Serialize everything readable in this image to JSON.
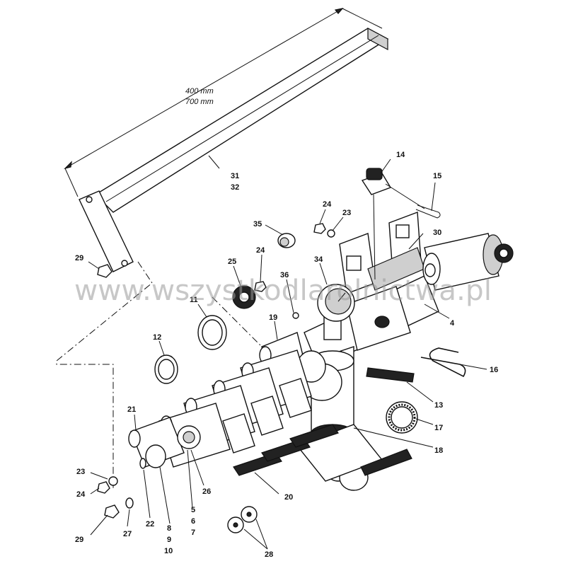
{
  "dimensions": {
    "length_a": "400 mm",
    "length_b": "700 mm"
  },
  "watermark": "www.wszystkodlarolnictwa.pl",
  "callouts": {
    "p31": "31",
    "p32": "32",
    "p14": "14",
    "p15": "15",
    "p30": "30",
    "p24a": "24",
    "p23a": "23",
    "p35": "35",
    "p24b": "24",
    "p34": "34",
    "p25": "25",
    "p36": "36",
    "p29a": "29",
    "p11": "11",
    "p19": "19",
    "p4": "4",
    "p12": "12",
    "p16": "16",
    "p13": "13",
    "p21": "21",
    "p17": "17",
    "p18": "18",
    "p23b": "23",
    "p24c": "24",
    "p26": "26",
    "p20": "20",
    "p22": "22",
    "p5": "5",
    "p6": "6",
    "p7": "7",
    "p8": "8",
    "p9": "9",
    "p10": "10",
    "p27": "27",
    "p29b": "29",
    "p28": "28"
  }
}
